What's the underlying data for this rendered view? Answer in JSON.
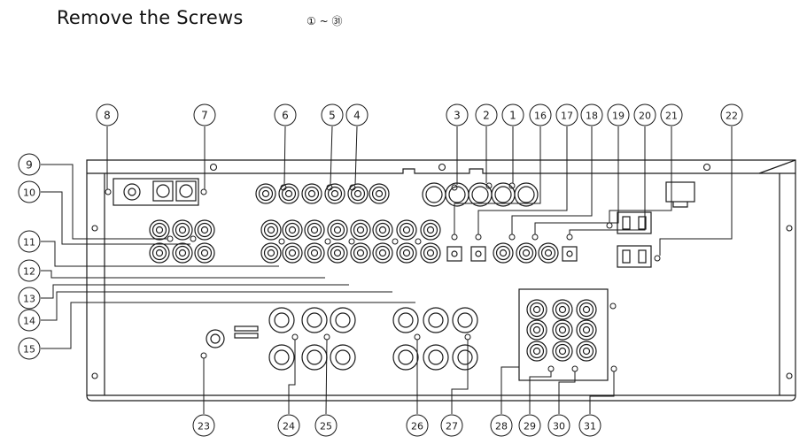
{
  "title": "Remove the Screws",
  "screw_range": "① ~ ㉛",
  "callouts": [
    "1",
    "2",
    "3",
    "4",
    "5",
    "6",
    "7",
    "8",
    "9",
    "10",
    "11",
    "12",
    "13",
    "14",
    "15",
    "16",
    "17",
    "18",
    "19",
    "20",
    "21",
    "22",
    "23",
    "24",
    "25",
    "26",
    "27",
    "28",
    "29",
    "30",
    "31"
  ],
  "colors": {
    "line": "#1a1a1a",
    "background": "#ffffff"
  }
}
